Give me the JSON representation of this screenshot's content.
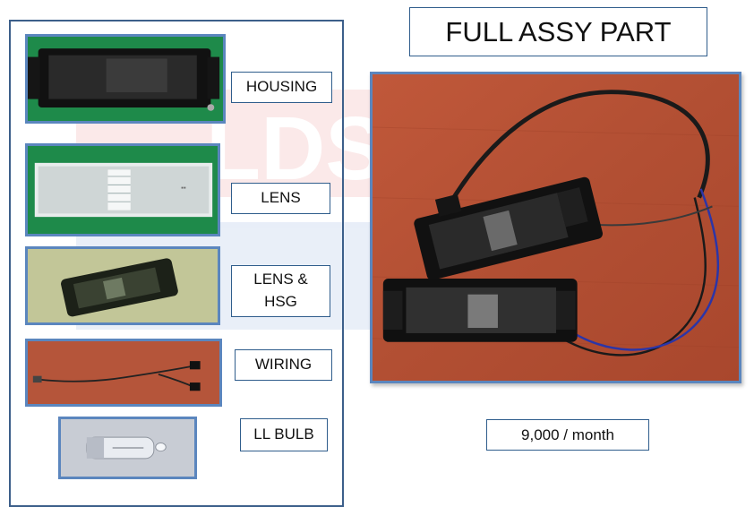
{
  "title": "FULL ASSY PART",
  "capacity": "9,000 / month",
  "parts": [
    {
      "label": "HOUSING"
    },
    {
      "label": "LENS"
    },
    {
      "label_line1": "LENS &",
      "label_line2": "HSG"
    },
    {
      "label": "WIRING"
    },
    {
      "label": "LL BULB"
    }
  ],
  "watermark": "LDS",
  "colors": {
    "frame": "#2f5d8c",
    "photo_border": "#5b86be",
    "green_backdrop": "#1e8a4a",
    "wood_backdrop": "#b5553a",
    "watermark_red": "#e05050",
    "watermark_blue": "#4a78c8"
  }
}
